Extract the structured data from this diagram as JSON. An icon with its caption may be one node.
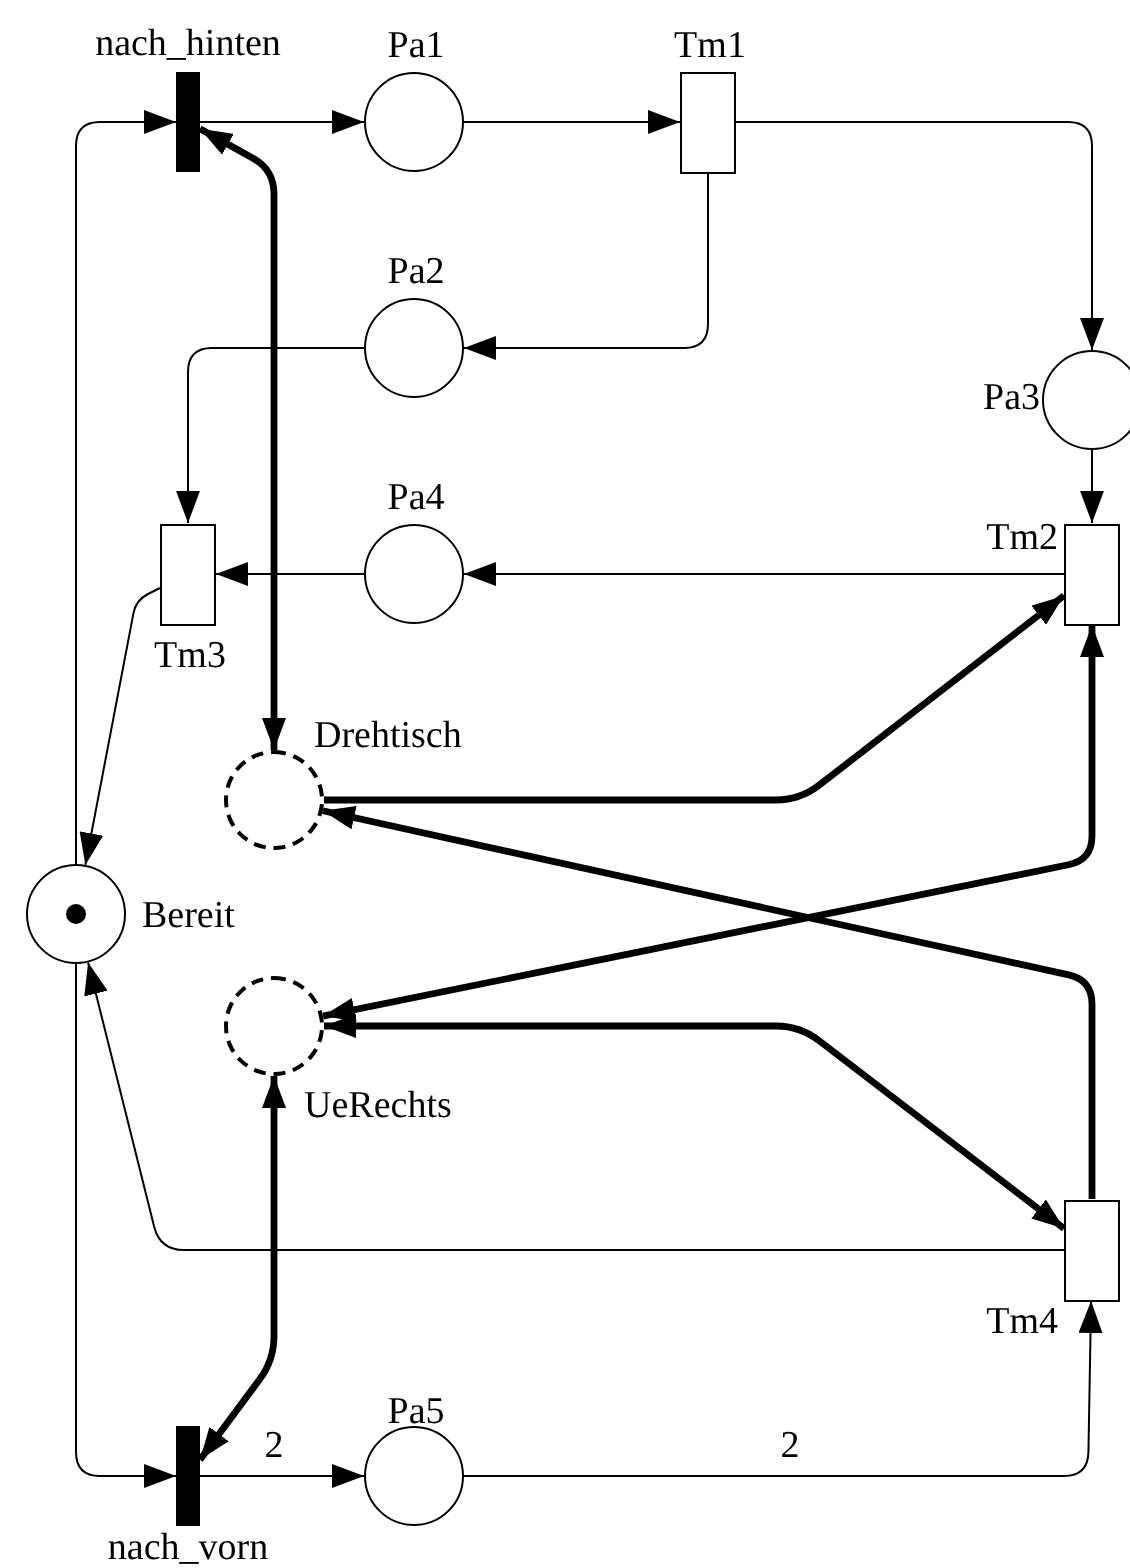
{
  "diagram": {
    "nodes": [
      {
        "text": [
          "nach_hinten"
        ]
      },
      {
        "text": [
          "Pa1"
        ]
      },
      {
        "text": [
          "Tm1"
        ]
      },
      {
        "text": [
          "Pa2"
        ]
      },
      {
        "text": [
          "Pa3"
        ]
      },
      {
        "text": [
          "Pa4"
        ]
      },
      {
        "text": [
          "Tm2"
        ]
      },
      {
        "text": [
          "Tm3"
        ]
      },
      {
        "text": [
          "Drehtisch"
        ]
      },
      {
        "text": [
          "Bereit"
        ]
      },
      {
        "text": [
          "UeRechts"
        ]
      },
      {
        "text": [
          "Tm4"
        ]
      },
      {
        "text": [
          "nach_vorn"
        ]
      },
      {
        "text": [
          "Pa5"
        ]
      }
    ],
    "edges": [
      {
        "from": 9,
        "to": 0,
        "arrow": "to"
      },
      {
        "from": 0,
        "to": 1,
        "arrow": "to"
      },
      {
        "from": 1,
        "to": 2,
        "arrow": "to"
      },
      {
        "from": 2,
        "to": 4,
        "arrow": "to"
      },
      {
        "from": 2,
        "to": 3,
        "arrow": "to"
      },
      {
        "from": 3,
        "to": 7,
        "arrow": "to"
      },
      {
        "from": 4,
        "to": 6,
        "arrow": "to"
      },
      {
        "from": 6,
        "to": 5,
        "arrow": "to"
      },
      {
        "from": 5,
        "to": 7,
        "arrow": "to"
      },
      {
        "from": 7,
        "to": 9,
        "arrow": "to"
      },
      {
        "from": 0,
        "to": 8,
        "arrow": "both",
        "style": "thick"
      },
      {
        "from": 8,
        "to": 6,
        "arrow": "to",
        "style": "thick"
      },
      {
        "from": 11,
        "to": 8,
        "arrow": "to",
        "style": "thick"
      },
      {
        "from": 6,
        "to": 10,
        "arrow": "both",
        "style": "thick"
      },
      {
        "from": 10,
        "to": 11,
        "arrow": "both",
        "style": "thick"
      },
      {
        "from": 11,
        "to": 9,
        "arrow": "to"
      },
      {
        "from": 9,
        "to": 12,
        "arrow": "to"
      },
      {
        "from": 12,
        "to": 13,
        "arrow": "to",
        "label": "2"
      },
      {
        "from": 10,
        "to": 12,
        "arrow": "both",
        "style": "thick"
      },
      {
        "from": 13,
        "to": 11,
        "arrow": "to",
        "label": "2"
      }
    ]
  }
}
